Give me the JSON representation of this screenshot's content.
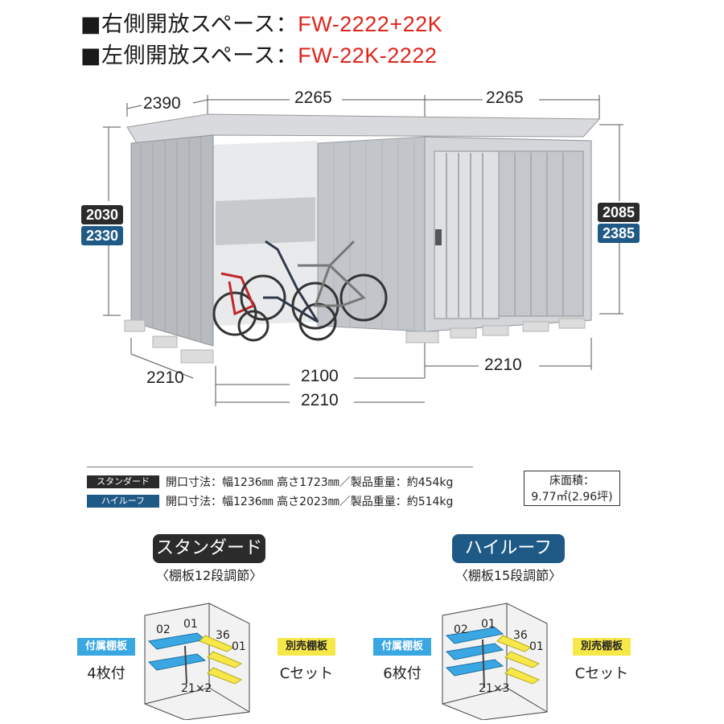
{
  "header": {
    "right_open_prefix": "■右側開放スペース：",
    "right_open_model": "FW-2222+22K",
    "left_open_prefix": "■左側開放スペース：",
    "left_open_model": "FW-22K-2222"
  },
  "dimensions": {
    "depth_top": "2390",
    "width_open": "2265",
    "width_closed": "2265",
    "left_height_standard": "2030",
    "left_height_high": "2330",
    "right_height_standard": "2085",
    "right_height_high": "2385",
    "depth_bottom": "2210",
    "inner_width": "2100",
    "outer_width": "2210",
    "closed_width_bottom": "2210"
  },
  "specs": {
    "standard_tag": "スタンダード",
    "standard_text": "開口寸法：幅1236㎜ 高さ1723㎜／製品重量：約454kg",
    "high_tag": "ハイルーフ",
    "high_text": "開口寸法：幅1236㎜ 高さ2023㎜／製品重量：約514kg",
    "area_label": "床面積：",
    "area_value": "9.77㎡(2.96坪)"
  },
  "plans": {
    "standard": {
      "name": "スタンダード",
      "shelf_note": "〈棚板12段調節〉",
      "included_tag": "付属棚板",
      "included_count": "4枚付",
      "sold_tag": "別売棚板",
      "sold_set": "Cセット",
      "label_02": "02",
      "label_01": "01",
      "label_36": "36",
      "label_01b": "01",
      "label_count": "21×2"
    },
    "high": {
      "name": "ハイルーフ",
      "shelf_note": "〈棚板15段調節〉",
      "included_tag": "付属棚板",
      "included_count": "6枚付",
      "sold_tag": "別売棚板",
      "sold_set": "Cセット",
      "label_02": "02",
      "label_01": "01",
      "label_36": "36",
      "label_01b": "01",
      "label_count": "21×3"
    }
  },
  "colors": {
    "model_red": "#e0241b",
    "badge_black": "#2b2b2b",
    "badge_blue": "#1f5a86",
    "shelf_blue": "#3aa7e2",
    "shelf_yellow": "#f7e84a"
  }
}
